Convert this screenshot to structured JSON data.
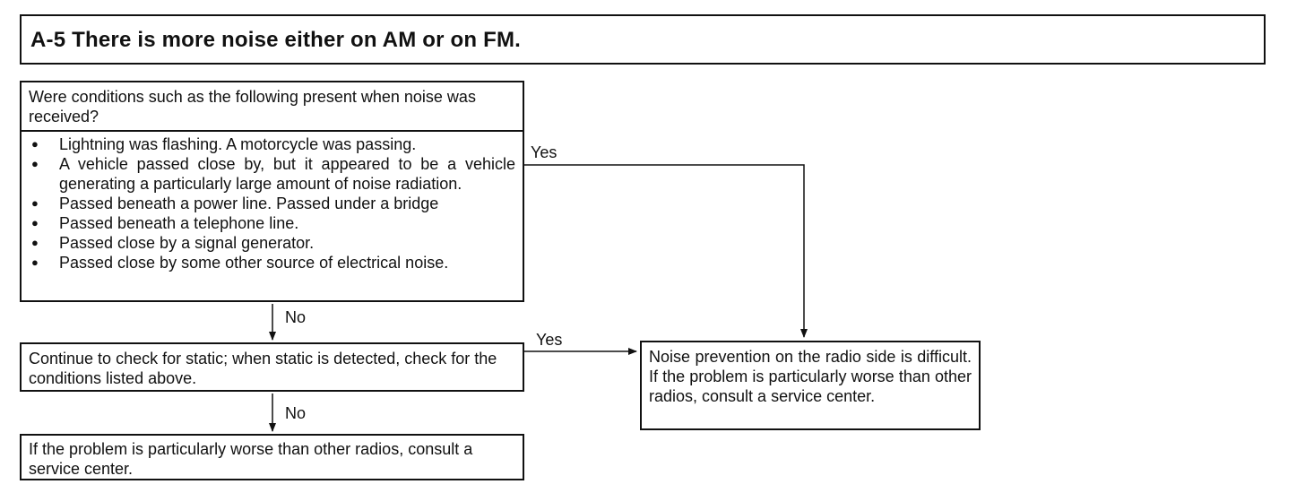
{
  "title": "A-5 There is more noise either on AM or on FM.",
  "question": {
    "text": "Were conditions such as the following present when noise was received?",
    "items": [
      "Lightning was flashing. A motorcycle was passing.",
      "A vehicle passed close by, but it appeared to be a vehicle generating a particularly large amount of noise radiation.",
      "Passed beneath a power line. Passed under a bridge",
      "Passed beneath a telephone line.",
      "Passed close by a signal generator.",
      "Passed close by some other source of electrical noise."
    ]
  },
  "check_step": "Continue to check for static; when static is detected, check for the conditions listed above.",
  "final_step": "If the problem is particularly worse than other radios, consult a service center.",
  "noise_result": "Noise prevention on the radio side is difficult. If the problem is particularly worse than other radios, consult a service center.",
  "labels": {
    "yes_1": "Yes",
    "no_1": "No",
    "yes_2": "Yes",
    "no_2": "No"
  }
}
